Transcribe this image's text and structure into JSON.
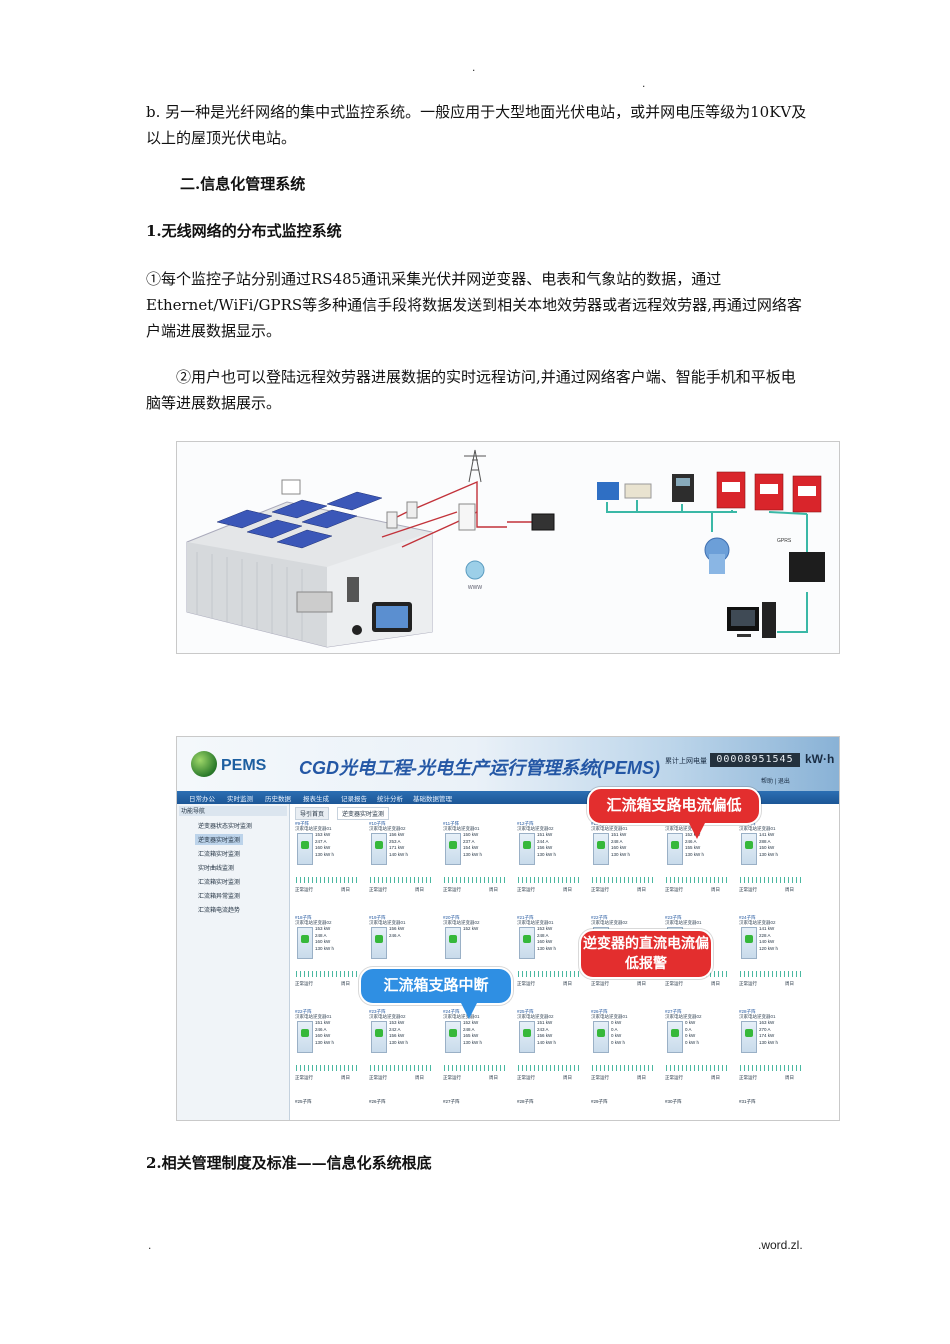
{
  "page": {
    "header_dot_1": ".",
    "header_dot_2": ".",
    "para_b": "b. 另一种是光纤网络的集中式监控系统。一般应用于大型地面光伏电站，或并网电压等级为10KV及以上的屋顶光伏电站。",
    "heading_2": "二.信息化管理系统",
    "heading_2_1": "1.无线网络的分布式监控系统",
    "item_1": "①每个监控子站分别通过RS485通讯采集光伏并网逆变器、电表和气象站的数据，通过Ethernet/WiFi/GPRS等多种通信手段将数据发送到相关本地效劳器或者远程效劳器,再通过网络客户端进展数据显示。",
    "item_2": "②用户也可以登陆远程效劳器进展数据的实时远程访问,并通过网络客户端、智能手机和平板电脑等进展数据展示。",
    "heading_2_2": "2.相关管理制度及标准——信息化系统根底",
    "footer_left": ".",
    "footer_right": ".word.zl."
  },
  "figure_monitoring": {
    "labels": [
      "WWW",
      "GPRS"
    ]
  },
  "figure_pems": {
    "logo": "PEMS",
    "title": "CGD光电工程-光电生产运行管理系统(PEMS)",
    "counter_label": "累计上网电量",
    "counter_value": "00008951545",
    "counter_unit": "kW·h",
    "top_links": "帮助 | 退出",
    "menu": [
      "日常办公",
      "实时监测",
      "历史数据",
      "报表生成",
      "记录报告",
      "统计分析",
      "基础数据管理"
    ],
    "side_title": "功能导航",
    "side_items": [
      "逆变器状态实时监测",
      "逆变器实时监测",
      "汇流箱实时监测",
      "实时曲线监测",
      "汇流箱实时监测",
      "汇流箱异常监测",
      "汇流箱电流趋势"
    ],
    "tabs": [
      "导引首页",
      "逆变器实时监测"
    ],
    "callouts": {
      "c1": "汇流箱支路电流偏低",
      "c2": "逆变器的直流电流偏低报警",
      "c3": "汇流箱支路中断"
    },
    "status_normal": "正常运行",
    "status_week": "周日",
    "cells": [
      {
        "hdr": "#9子阵",
        "name": "汉家电站逆变器01",
        "vals": [
          "153 kW",
          "247 A",
          "160 kW",
          "130 kW h"
        ]
      },
      {
        "hdr": "#10子阵",
        "name": "汉家电站逆变器02",
        "vals": [
          "156 kW",
          "253 A",
          "171 kW",
          "140 kW h"
        ]
      },
      {
        "hdr": "#11子阵",
        "name": "汉家电站逆变器01",
        "vals": [
          "150 kW",
          "237 A",
          "154 kW",
          "130 kW h"
        ]
      },
      {
        "hdr": "#12子阵",
        "name": "汉家电站逆变器02",
        "vals": [
          "151 kW",
          "244 A",
          "156 kW",
          "130 kW h"
        ]
      },
      {
        "hdr": "#13子阵",
        "name": "汉家电站逆变器01",
        "vals": [
          "151 kW",
          "248 A",
          "160 kW",
          "130 kW h"
        ]
      },
      {
        "hdr": "#14子阵",
        "name": "汉家电站逆变器02",
        "vals": [
          "152 kW",
          "246 A",
          "155 kW",
          "130 kW h"
        ]
      },
      {
        "hdr": "#15子阵",
        "name": "汉家电站逆变器01",
        "vals": [
          "141 kW",
          "288 A",
          "150 kW",
          "130 kW h"
        ]
      },
      {
        "hdr": "#18子阵",
        "name": "汉家电站逆变器02",
        "vals": [
          "153 kW",
          "248 A",
          "160 kW",
          "130 kW h"
        ]
      },
      {
        "hdr": "#19子阵",
        "name": "汉家电站逆变器01",
        "vals": [
          "156 kW",
          "246 A",
          "",
          ""
        ]
      },
      {
        "hdr": "#20子阵",
        "name": "汉家电站逆变器02",
        "vals": [
          "152 kW",
          "",
          "",
          ""
        ]
      },
      {
        "hdr": "#21子阵",
        "name": "汉家电站逆变器01",
        "vals": [
          "153 kW",
          "248 A",
          "160 kW",
          "130 kW h"
        ]
      },
      {
        "hdr": "#22子阵",
        "name": "汉家电站逆变器02",
        "vals": [
          "",
          "",
          "",
          ""
        ]
      },
      {
        "hdr": "#23子阵",
        "name": "汉家电站逆变器01",
        "vals": [
          "",
          "",
          "",
          ""
        ]
      },
      {
        "hdr": "#24子阵",
        "name": "汉家电站逆变器02",
        "vals": [
          "141 kW",
          "228 A",
          "140 kW",
          "120 kW h"
        ]
      },
      {
        "hdr": "#22子阵",
        "name": "汉家电站逆变器01",
        "vals": [
          "151 kW",
          "246 A",
          "160 kW",
          "130 kW h"
        ]
      },
      {
        "hdr": "#23子阵",
        "name": "汉家电站逆变器02",
        "vals": [
          "153 kW",
          "242 A",
          "156 kW",
          "130 kW h"
        ]
      },
      {
        "hdr": "#24子阵",
        "name": "汉家电站逆变器01",
        "vals": [
          "152 kW",
          "248 A",
          "165 kW",
          "130 kW h"
        ]
      },
      {
        "hdr": "#25子阵",
        "name": "汉家电站逆变器02",
        "vals": [
          "151 kW",
          "243 A",
          "156 kW",
          "140 kW h"
        ]
      },
      {
        "hdr": "#26子阵",
        "name": "汉家电站逆变器01",
        "vals": [
          "0 kW",
          "0 A",
          "0 kW",
          "0 kW h"
        ]
      },
      {
        "hdr": "#27子阵",
        "name": "汉家电站逆变器02",
        "vals": [
          "0 kW",
          "0 A",
          "0 kW",
          "0 kW h"
        ]
      },
      {
        "hdr": "#28子阵",
        "name": "汉家电站逆变器01",
        "vals": [
          "163 kW",
          "270 A",
          "174 kW",
          "130 kW h"
        ]
      }
    ],
    "row_bottom": [
      "#25子阵",
      "#26子阵",
      "#27子阵",
      "#28子阵",
      "#29子阵",
      "#30子阵",
      "#31子阵"
    ]
  }
}
